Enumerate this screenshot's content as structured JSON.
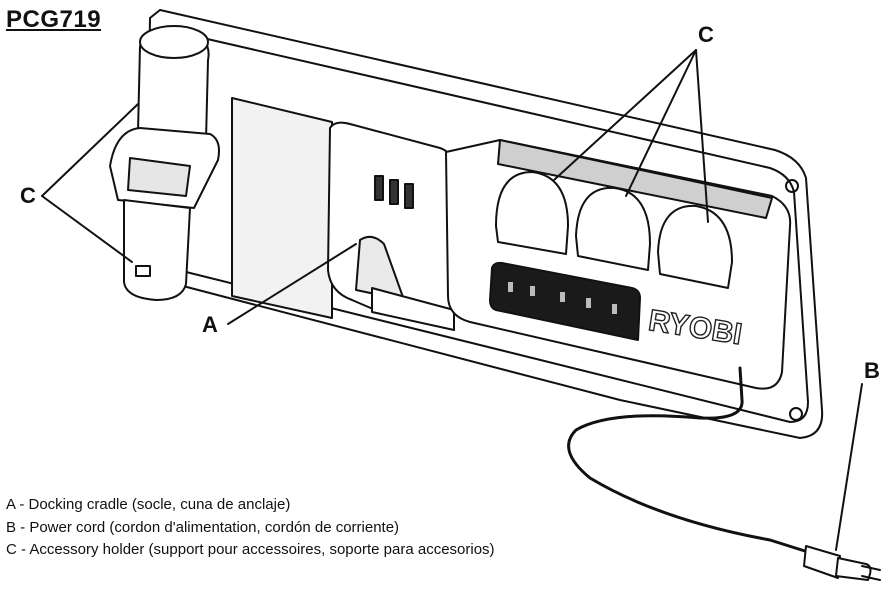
{
  "model": "PCG719",
  "callouts": {
    "a": "A",
    "b": "B",
    "c_left": "C",
    "c_right": "C"
  },
  "brand": "RYOBI",
  "legend": [
    "A - Docking cradle (socle, cuna de anclaje)",
    "B - Power cord (cordon d'alimentation, cordón de corriente)",
    "C - Accessory holder (support pour accessoires, soporte para accesorios)"
  ]
}
